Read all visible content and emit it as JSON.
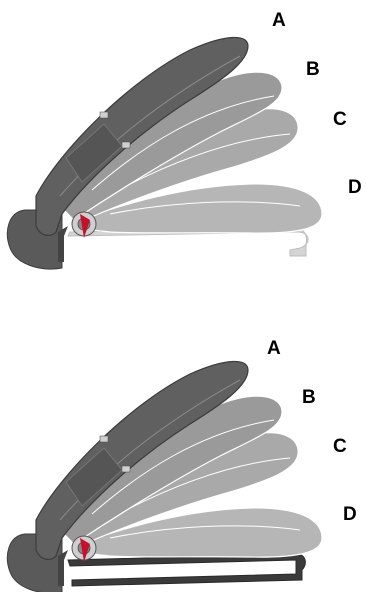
{
  "colors": {
    "dark_shell": "#606060",
    "dark_shell_stroke": "#3c3c3c",
    "mid_shell": "#8a8a8a",
    "light_shell": "#a9a9a9",
    "lightest_shell": "#b6b6b6",
    "base": "#5a5a5a",
    "frame_light": "#d4d4d4",
    "frame_dark": "#3a3a3a",
    "accent_red": "#c8102e",
    "background": "#ffffff"
  },
  "diagrams": [
    {
      "id": "top",
      "frame_style": "light",
      "positions": [
        "A",
        "B",
        "C",
        "D"
      ]
    },
    {
      "id": "bottom",
      "frame_style": "dark",
      "positions": [
        "A",
        "B",
        "C",
        "D"
      ]
    }
  ]
}
